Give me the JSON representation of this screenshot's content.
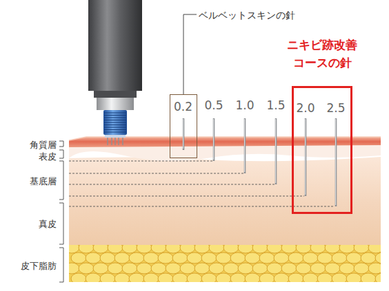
{
  "diagram": {
    "nodes": [
      {
        "text": [
          "ベルベットスキンの針",
          "0.2"
        ]
      },
      {
        "text": [
          "ニキビ跡改善 コースの針",
          "2.0",
          "2.5"
        ]
      }
    ],
    "labels": [
      "0.5",
      "1.0",
      "1.5",
      "角質層",
      "表皮",
      "基底層",
      "真皮",
      "皮下脂肪"
    ]
  }
}
